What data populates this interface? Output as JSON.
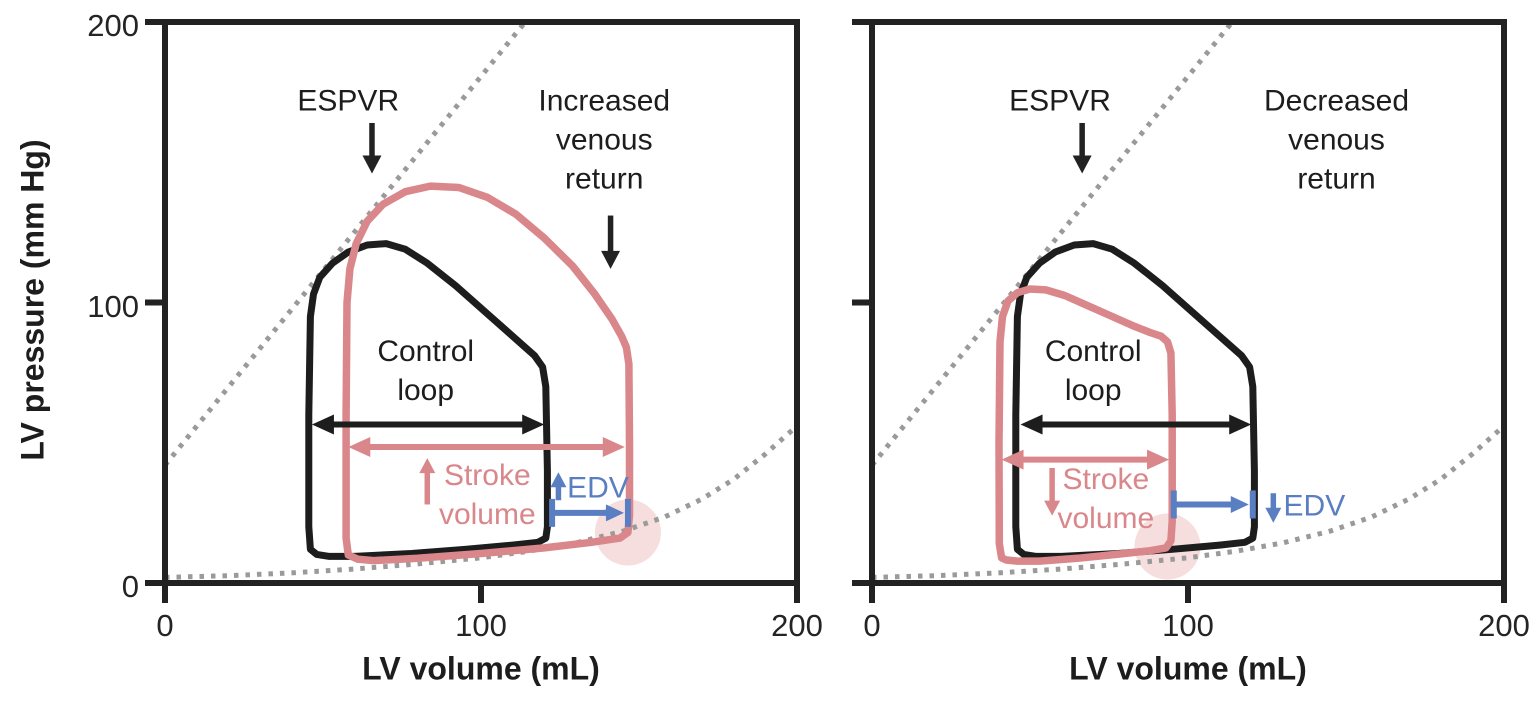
{
  "colors": {
    "ink": "#222222",
    "loop_black": "#1d1d1d",
    "pink": "#d9878a",
    "blue": "#5a7ec2",
    "dotted_gray": "#9a9a9a",
    "highlight_pink": "#f6dede",
    "background": "#ffffff"
  },
  "chart_data": [
    {
      "type": "line",
      "panel_title": "Increased venous return",
      "xlabel": "LV volume (mL)",
      "ylabel": "LV pressure (mm Hg)",
      "xlim": [
        0,
        200
      ],
      "ylim": [
        0,
        200
      ],
      "xticks": [
        0,
        100,
        200
      ],
      "yticks": [
        0,
        100,
        200
      ],
      "ytick_labels_visible": true,
      "grid": false,
      "series": [
        {
          "name": "ESPVR",
          "style": "dotted",
          "color": "dotted_gray",
          "points": [
            [
              0,
              42
            ],
            [
              114,
              200
            ]
          ]
        },
        {
          "name": "EDPVR",
          "style": "dotted",
          "color": "dotted_gray",
          "points": [
            [
              0,
              2
            ],
            [
              20,
              2.6
            ],
            [
              40,
              3.6
            ],
            [
              60,
              5
            ],
            [
              80,
              6.8
            ],
            [
              100,
              9
            ],
            [
              115,
              11.3
            ],
            [
              130,
              14.3
            ],
            [
              145,
              18.5
            ],
            [
              158,
              23.5
            ],
            [
              170,
              30
            ],
            [
              180,
              37
            ],
            [
              190,
              46
            ],
            [
              200,
              56
            ]
          ]
        },
        {
          "name": "Control loop",
          "style": "solid",
          "color": "loop_black",
          "closed": true,
          "points": [
            [
              46,
              12
            ],
            [
              45.5,
              20
            ],
            [
              45.5,
              60
            ],
            [
              46,
              95
            ],
            [
              47,
              103
            ],
            [
              49,
              109
            ],
            [
              53,
              114
            ],
            [
              58,
              118
            ],
            [
              64,
              120.5
            ],
            [
              70,
              121
            ],
            [
              76,
              119
            ],
            [
              83,
              114
            ],
            [
              92,
              106
            ],
            [
              102,
              96
            ],
            [
              111,
              87
            ],
            [
              117,
              81
            ],
            [
              119.5,
              77
            ],
            [
              120.5,
              70
            ],
            [
              121,
              40
            ],
            [
              121,
              20
            ],
            [
              120.5,
              16
            ],
            [
              118,
              14.5
            ],
            [
              110,
              13.5
            ],
            [
              95,
              12
            ],
            [
              78,
              10.5
            ],
            [
              60,
              9.5
            ],
            [
              52,
              9.5
            ],
            [
              48,
              10.2
            ]
          ]
        },
        {
          "name": "Increased venous return loop",
          "style": "solid",
          "color": "pink",
          "closed": true,
          "points": [
            [
              58,
              10
            ],
            [
              57.3,
              16
            ],
            [
              57.3,
              60
            ],
            [
              57.6,
              100
            ],
            [
              58.5,
              112
            ],
            [
              60.5,
              121
            ],
            [
              64,
              129
            ],
            [
              69,
              135
            ],
            [
              76,
              139.5
            ],
            [
              84,
              141.5
            ],
            [
              93,
              141
            ],
            [
              102,
              137.5
            ],
            [
              111,
              131.5
            ],
            [
              120,
              123
            ],
            [
              129,
              113
            ],
            [
              136,
              103
            ],
            [
              141.5,
              94
            ],
            [
              144.5,
              88
            ],
            [
              146,
              84
            ],
            [
              146.8,
              78
            ],
            [
              147,
              50
            ],
            [
              147,
              24
            ],
            [
              146.5,
              18
            ],
            [
              144,
              16
            ],
            [
              135,
              14.5
            ],
            [
              120,
              12.5
            ],
            [
              100,
              10.5
            ],
            [
              80,
              8.8
            ],
            [
              66,
              8
            ],
            [
              61,
              8.5
            ]
          ]
        }
      ],
      "labels": {
        "espvr": {
          "text": "ESPVR",
          "v": 58,
          "p": 172
        },
        "venous_return": {
          "text": "Increased\nvenous\nreturn",
          "v": 139,
          "p": 158
        },
        "control": {
          "text": "Control\nloop",
          "v": 82.5,
          "p": 75.5
        },
        "stroke_volume": {
          "text": "Stroke\nvolume",
          "v": 102,
          "p": 31.5,
          "color": "pink"
        },
        "edv": {
          "text": "EDV",
          "v": 137,
          "p": 34,
          "color": "blue"
        }
      },
      "arrows": {
        "espvr_pointer": {
          "v": 65.5,
          "p1": 164,
          "p2": 146,
          "color": "ink"
        },
        "venous_return_pointer": {
          "v": 141,
          "p1": 131,
          "p2": 112,
          "color": "ink"
        },
        "control_width": {
          "p": 56.5,
          "v1": 46.5,
          "v2": 120,
          "color": "loop_black"
        },
        "pink_width": {
          "p": 48.5,
          "v1": 58,
          "v2": 145.5,
          "color": "pink"
        },
        "stroke_volume_trend": {
          "v": 83,
          "p1": 28,
          "p2": 44.5,
          "color": "pink"
        },
        "edv_trend": {
          "v": 124.5,
          "p1": 29.5,
          "p2": 39.5,
          "color": "blue"
        },
        "edv_span": {
          "p": 25,
          "v1": 122.5,
          "v2": 146.5,
          "color": "blue"
        }
      },
      "highlight": {
        "v": 146.5,
        "p": 18,
        "r": 33
      }
    },
    {
      "type": "line",
      "panel_title": "Decreased venous return",
      "xlabel": "LV volume (mL)",
      "ylabel": "LV pressure (mm Hg)",
      "xlim": [
        0,
        200
      ],
      "ylim": [
        0,
        200
      ],
      "xticks": [
        0,
        100,
        200
      ],
      "yticks": [
        0,
        100,
        200
      ],
      "ytick_labels_visible": false,
      "grid": false,
      "series": [
        {
          "name": "ESPVR",
          "style": "dotted",
          "color": "dotted_gray",
          "points": [
            [
              0,
              42
            ],
            [
              114,
              200
            ]
          ]
        },
        {
          "name": "EDPVR",
          "style": "dotted",
          "color": "dotted_gray",
          "points": [
            [
              0,
              2
            ],
            [
              20,
              2.6
            ],
            [
              40,
              3.6
            ],
            [
              60,
              5
            ],
            [
              80,
              6.8
            ],
            [
              100,
              9
            ],
            [
              115,
              11.3
            ],
            [
              130,
              14.3
            ],
            [
              145,
              18.5
            ],
            [
              158,
              23.5
            ],
            [
              170,
              30
            ],
            [
              180,
              37
            ],
            [
              190,
              46
            ],
            [
              200,
              56
            ]
          ]
        },
        {
          "name": "Control loop",
          "style": "solid",
          "color": "loop_black",
          "closed": true,
          "points": [
            [
              46,
              12
            ],
            [
              45.5,
              20
            ],
            [
              45.5,
              60
            ],
            [
              46,
              95
            ],
            [
              47,
              103
            ],
            [
              49,
              109
            ],
            [
              53,
              114
            ],
            [
              58,
              118
            ],
            [
              64,
              120.5
            ],
            [
              70,
              121
            ],
            [
              76,
              119
            ],
            [
              83,
              114
            ],
            [
              92,
              106
            ],
            [
              102,
              96
            ],
            [
              111,
              87
            ],
            [
              117,
              81
            ],
            [
              119.5,
              77
            ],
            [
              120.5,
              70
            ],
            [
              121,
              40
            ],
            [
              121,
              20
            ],
            [
              120.5,
              16
            ],
            [
              118,
              14.5
            ],
            [
              110,
              13.5
            ],
            [
              95,
              12
            ],
            [
              78,
              10.5
            ],
            [
              60,
              9.5
            ],
            [
              52,
              9.5
            ],
            [
              48,
              10.2
            ]
          ]
        },
        {
          "name": "Decreased venous return loop",
          "style": "solid",
          "color": "pink",
          "closed": true,
          "points": [
            [
              41,
              9
            ],
            [
              40.3,
              14
            ],
            [
              40.2,
              50
            ],
            [
              40.5,
              86
            ],
            [
              41.3,
              95
            ],
            [
              43,
              100.5
            ],
            [
              46,
              103.5
            ],
            [
              50,
              104.8
            ],
            [
              55,
              104.5
            ],
            [
              61,
              102.5
            ],
            [
              68,
              99
            ],
            [
              76,
              95
            ],
            [
              83,
              91.5
            ],
            [
              88,
              89.3
            ],
            [
              91.5,
              88
            ],
            [
              93.5,
              86
            ],
            [
              94.6,
              82
            ],
            [
              95,
              60
            ],
            [
              95,
              22
            ],
            [
              94.6,
              15
            ],
            [
              93,
              12.5
            ],
            [
              88,
              11.5
            ],
            [
              78,
              10.3
            ],
            [
              65,
              8.8
            ],
            [
              53,
              7.8
            ],
            [
              46,
              7.8
            ],
            [
              42.5,
              8.2
            ]
          ]
        }
      ],
      "labels": {
        "espvr": {
          "text": "ESPVR",
          "v": 59.5,
          "p": 172
        },
        "venous_return": {
          "text": "Decreased\nvenous\nreturn",
          "v": 147,
          "p": 158
        },
        "control": {
          "text": "Control\nloop",
          "v": 70,
          "p": 75.5
        },
        "stroke_volume": {
          "text": "Stroke\nvolume",
          "v": 74,
          "p": 30,
          "color": "pink"
        },
        "edv": {
          "text": "EDV",
          "v": 140,
          "p": 27.5,
          "color": "blue"
        }
      },
      "arrows": {
        "espvr_pointer": {
          "v": 66.5,
          "p1": 164,
          "p2": 146,
          "color": "ink"
        },
        "control_width": {
          "p": 56.5,
          "v1": 47,
          "v2": 120,
          "color": "loop_black"
        },
        "pink_width": {
          "p": 44,
          "v1": 41,
          "v2": 94,
          "color": "pink"
        },
        "stroke_volume_trend": {
          "v": 57,
          "p1": 41,
          "p2": 24,
          "color": "pink"
        },
        "edv_trend": {
          "v": 127,
          "p1": 32,
          "p2": 21.5,
          "color": "blue"
        },
        "edv_span": {
          "p": 28,
          "v1": 95.5,
          "v2": 120.5,
          "color": "blue"
        }
      },
      "highlight": {
        "v": 93.5,
        "p": 13,
        "r": 33
      }
    }
  ]
}
